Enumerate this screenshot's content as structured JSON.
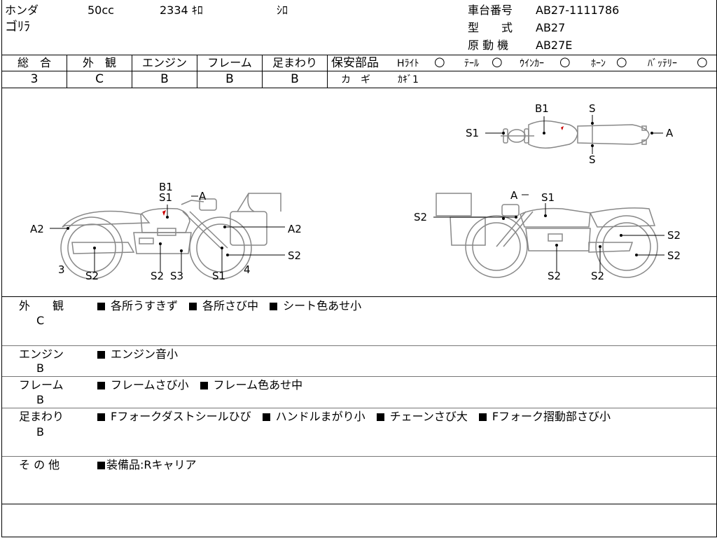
{
  "header": {
    "maker": "ホンダ",
    "displacement": "50cc",
    "mileage": "2334 ｷﾛ",
    "color": "ｼﾛ",
    "model_name": "ゴﾘﾗ",
    "frame_no_label": "車台番号",
    "frame_no": "AB27-1111786",
    "type_label": "型　　式",
    "type": "AB27",
    "engine_label": "原 動 機",
    "engine": "AB27E"
  },
  "grades": [
    {
      "label": "総　合",
      "value": "3"
    },
    {
      "label": "外　観",
      "value": "C"
    },
    {
      "label": "エンジン",
      "value": "B"
    },
    {
      "label": "フレーム",
      "value": "B"
    },
    {
      "label": "足まわり",
      "value": "B"
    }
  ],
  "safety": {
    "title": "保安部品",
    "items": [
      {
        "label": "Hﾗｲﾄ",
        "mark": "○"
      },
      {
        "label": "ﾃｰﾙ",
        "mark": "○"
      },
      {
        "label": "ｳｲﾝｶｰ",
        "mark": "○"
      },
      {
        "label": "ﾎｰﾝ",
        "mark": "○"
      },
      {
        "label": "ﾊﾞｯﾃﾘｰ",
        "mark": "○"
      }
    ],
    "key_label": "カ　ギ",
    "key_value": "ｶｷﾞ1"
  },
  "diagram": {
    "top_labels": [
      "B1",
      "S",
      "S1",
      "A",
      "S"
    ],
    "left_labels": [
      "B1",
      "S1",
      "A",
      "A2",
      "A2",
      "S2",
      "S2",
      "S3",
      "S1",
      "S2",
      "3",
      "4"
    ],
    "right_labels": [
      "A",
      "S1",
      "S2",
      "S2",
      "S2",
      "S2",
      "S2"
    ]
  },
  "remarks": [
    {
      "category": "外　　観",
      "grade": "C",
      "text": "各所うすきず",
      "items": [
        "各所うすきず",
        "各所さび中",
        "シート色あせ小"
      ]
    },
    {
      "category": "エンジン",
      "grade": "B",
      "items": [
        "エンジン音小"
      ]
    },
    {
      "category": "フレーム",
      "grade": "B",
      "items": [
        "フレームさび小",
        "フレーム色あせ中"
      ]
    },
    {
      "category": "足まわり",
      "grade": "B",
      "items": [
        "Fフォークダストシールひび",
        "ハンドルまがり小",
        "チェーンさび大",
        "Fフォーク摺動部さび小"
      ]
    },
    {
      "category": "そ の 他",
      "grade": "",
      "items": [
        "装備品:Rキャリア"
      ]
    }
  ]
}
